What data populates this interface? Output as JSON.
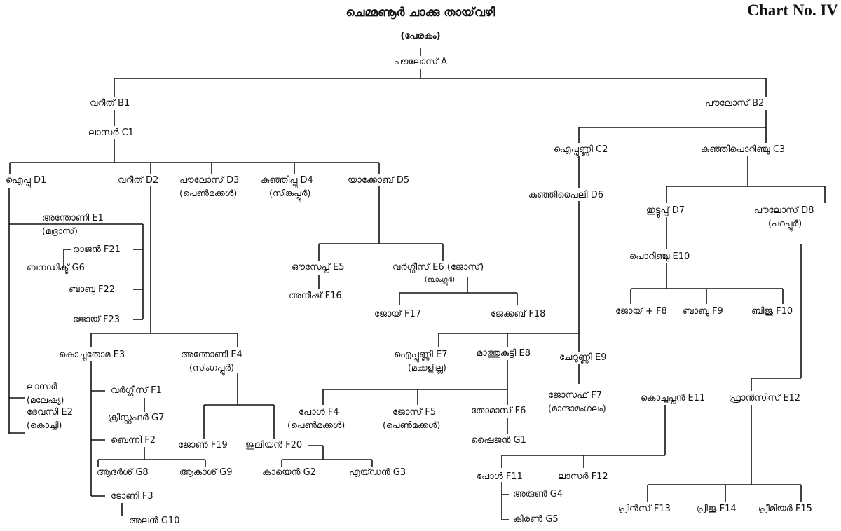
{
  "header": {
    "title": "ചെമ്മണൂർ ചാക്കു തായ്‌വഴി",
    "subtitle": "(പേരകം)",
    "chart_no": "Chart No. IV"
  },
  "nodes": {
    "A": {
      "name": "പൗലോസ്  A"
    },
    "B1": {
      "name": "വറീത്  B1"
    },
    "B2": {
      "name": "പൗലോസ്  B2"
    },
    "C1": {
      "name": "ലാസർ  C1"
    },
    "C2": {
      "name": "ഐപ്പുണ്ണി  C2"
    },
    "C3": {
      "name": "കുഞ്ഞിപൊറിഞ്ചു  C3"
    },
    "D1": {
      "name": "ഐപ്പു  D1"
    },
    "D2": {
      "name": "വറീത്  D2"
    },
    "D3": {
      "name": "പൗലോസ്  D3",
      "note": "(പെൺമക്കൾ)"
    },
    "D4": {
      "name": "കുഞ്ഞിപ്പു  D4",
      "note": "(സിങ്കപ്പൂർ)"
    },
    "D5": {
      "name": "യാക്കോബ്  D5"
    },
    "D6": {
      "name": "കുഞ്ഞിപൈലി  D6"
    },
    "D7": {
      "name": "ഇട്ടൂപ്പ്  D7"
    },
    "D8": {
      "name": "പൗലോസ്  D8",
      "note": "(പറപ്പൂർ)"
    },
    "E1": {
      "name": "അന്തോണി  E1",
      "note": "(മദ്രാസ്)"
    },
    "E2": {
      "name": "ലാസർ",
      "lines": [
        "(മലേഷ്യ)",
        "ദേവസി  E2",
        "(കൊച്ചി)"
      ]
    },
    "E3": {
      "name": "കൊച്ചുതോമ  E3"
    },
    "E4": {
      "name": "അന്തോണി  E4",
      "note": "(സിംഗപ്പൂർ)"
    },
    "E5": {
      "name": "ഔസേപ്പ്  E5"
    },
    "E6": {
      "name": "വർഗ്ഗീസ്  E6 (ജോസ്)",
      "small": "(ബാംഗ്ലൂർ)"
    },
    "E7": {
      "name": "ഐപ്പുണ്ണി  E7",
      "note": "(മക്കളില്ല)"
    },
    "E8": {
      "name": "മാത്തുകുട്ടി  E8"
    },
    "E9": {
      "name": "ചേറുണ്ണി  E9"
    },
    "E10": {
      "name": "പൊറിഞ്ചു  E10"
    },
    "E11": {
      "name": "കൊച്ചപ്പൻ  E11"
    },
    "E12": {
      "name": "ഫ്രാൻസിസ്  E12"
    },
    "F1": {
      "name": "വർഗ്ഗീസ്  F1"
    },
    "F2": {
      "name": "ബെന്നി  F2"
    },
    "F3": {
      "name": "ടോണി  F3"
    },
    "F4": {
      "name": "പോൾ  F4",
      "note": "(പെൺമക്കൾ)"
    },
    "F5": {
      "name": "ജോസ്  F5",
      "note": "(പെൺമക്കൾ)"
    },
    "F6": {
      "name": "തോമാസ്  F6"
    },
    "F7": {
      "name": "ജോസഫ്  F7",
      "note": "(മാന്ദാമംഗലം)"
    },
    "F8": {
      "name": "ജോയ് +  F8"
    },
    "F9": {
      "name": "ബാബു  F9"
    },
    "F10": {
      "name": "ബിജു  F10"
    },
    "F11": {
      "name": "പോൾ  F11"
    },
    "F12": {
      "name": "ലാസർ  F12"
    },
    "F13": {
      "name": "പ്രിൻസ്  F13"
    },
    "F14": {
      "name": "പ്രിജു  F14"
    },
    "F15": {
      "name": "പ്രീമിയർ  F15"
    },
    "F16": {
      "name": "അനീഷ്  F16"
    },
    "F17": {
      "name": "ജോയ്  F17"
    },
    "F18": {
      "name": "ജേക്കബ്  F18"
    },
    "F19": {
      "name": "ജോൺ  F19"
    },
    "F20": {
      "name": "ജൂലിയൻ F20"
    },
    "F21": {
      "name": "രാജൻ  F21"
    },
    "F22": {
      "name": "ബാബു  F22"
    },
    "F23": {
      "name": "ജോയ്  F23"
    },
    "G1": {
      "name": "ഷൈജൻ  G1"
    },
    "G2": {
      "name": "കായെൻ  G2"
    },
    "G3": {
      "name": "എയ്ഡൻ  G3"
    },
    "G4": {
      "name": "അരുൺ  G4"
    },
    "G5": {
      "name": "കിരൺ  G5"
    },
    "G6": {
      "name": "ബനഡിക്ട്  G6"
    },
    "G7": {
      "name": "ക്രിസ്റ്റഫർ  G7"
    },
    "G8": {
      "name": "ആദർശ്  G8"
    },
    "G9": {
      "name": "ആകാശ്  G9"
    },
    "G10": {
      "name": "അലൻ  G10"
    }
  }
}
